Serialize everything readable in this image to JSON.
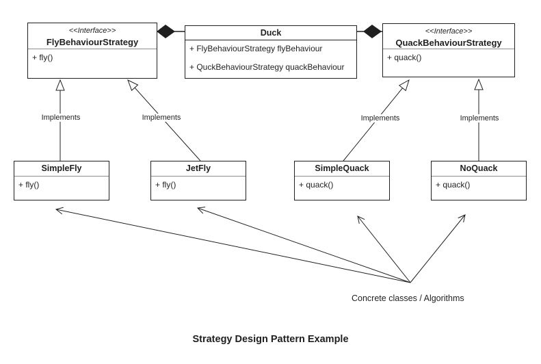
{
  "diagram_title": "Strategy Design Pattern Example",
  "annotation": {
    "label": "Concrete classes / Algorithms"
  },
  "classes": {
    "fly_interface": {
      "stereotype": "<<Interface>>",
      "name": "FlyBehaviourStrategy",
      "members": [
        "+ fly()"
      ]
    },
    "duck": {
      "name": "Duck",
      "members": [
        "+ FlyBehaviourStrategy flyBehaviour",
        "+ QuckBehaviourStrategy quackBehaviour"
      ]
    },
    "quack_interface": {
      "stereotype": "<<Interface>>",
      "name": "QuackBehaviourStrategy",
      "members": [
        "+ quack()"
      ]
    },
    "simple_fly": {
      "name": "SimpleFly",
      "members": [
        "+ fly()"
      ]
    },
    "jet_fly": {
      "name": "JetFly",
      "members": [
        "+ fly()"
      ]
    },
    "simple_quack": {
      "name": "SimpleQuack",
      "members": [
        "+ quack()"
      ]
    },
    "no_quack": {
      "name": "NoQuack",
      "members": [
        "+ quack()"
      ]
    }
  },
  "relationships": {
    "implements_labels": [
      "Implements",
      "Implements",
      "Implements",
      "Implements"
    ]
  },
  "colors": {
    "line": "#1f1f1f",
    "separator": "#8c8c8c",
    "background": "#ffffff",
    "text": "#1f1f1f"
  }
}
